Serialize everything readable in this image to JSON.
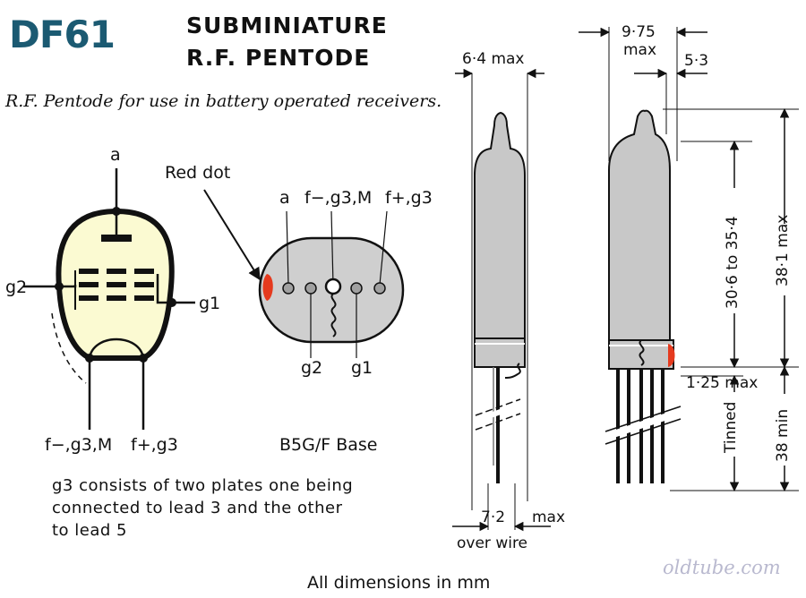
{
  "header": {
    "logo": "DF61",
    "title_line1": "SUBMINIATURE",
    "title_line2": "R.F. PENTODE",
    "subtitle": "R.F. Pentode for use in battery operated receivers."
  },
  "symbol": {
    "label_a": "a",
    "label_g2": "g2",
    "label_g1": "g1",
    "label_f_minus": "f−,g3,M",
    "label_f_plus": "f+,g3"
  },
  "base": {
    "red_dot": "Red dot",
    "pin_a": "a",
    "pin_f_minus": "f−,g3,M",
    "pin_f_plus": "f+,g3",
    "pin_g2": "g2",
    "pin_g1": "g1",
    "caption": "B5G/F Base",
    "red_color": "#e53a1e",
    "body_color": "#cfcfcf"
  },
  "note": {
    "line1": "g3 consists of two plates one being",
    "line2": "connected to lead 3 and the other",
    "line3": "to lead 5"
  },
  "dimensions": {
    "width_max": "6·4 max",
    "width_9_75": "9·75",
    "width_9_75_max": "max",
    "width_5_3": "5·3",
    "height_38_1": "38·1 max",
    "height_30_6": "30·6 to 35·4",
    "base_1_25": "1·25 max",
    "tinned": "Tinned",
    "lead_38": "38 min",
    "wire_7_2": "7·2",
    "wire_max": "max",
    "over_wire": "over wire"
  },
  "footer": {
    "all_dims": "All dimensions in mm",
    "watermark": "oldtube.com"
  },
  "colors": {
    "envelope": "#fbfad2",
    "tube_body": "#c8c8c8",
    "tube_dark": "#9a9a9a",
    "ink": "#111111"
  }
}
